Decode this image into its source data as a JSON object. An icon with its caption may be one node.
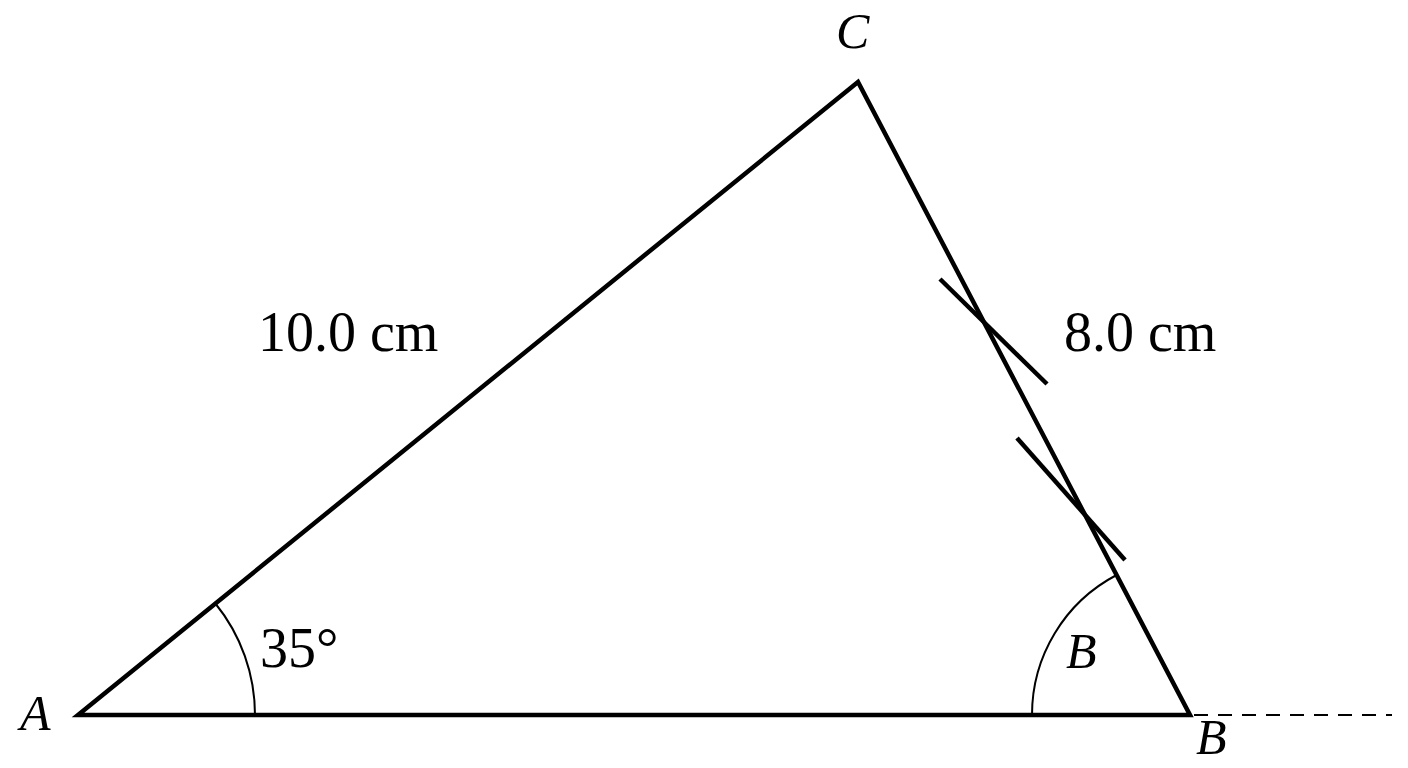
{
  "diagram": {
    "labels": [
      "C",
      "10.0 cm",
      "8.0 cm",
      "35°",
      "B",
      "A",
      "B"
    ]
  }
}
